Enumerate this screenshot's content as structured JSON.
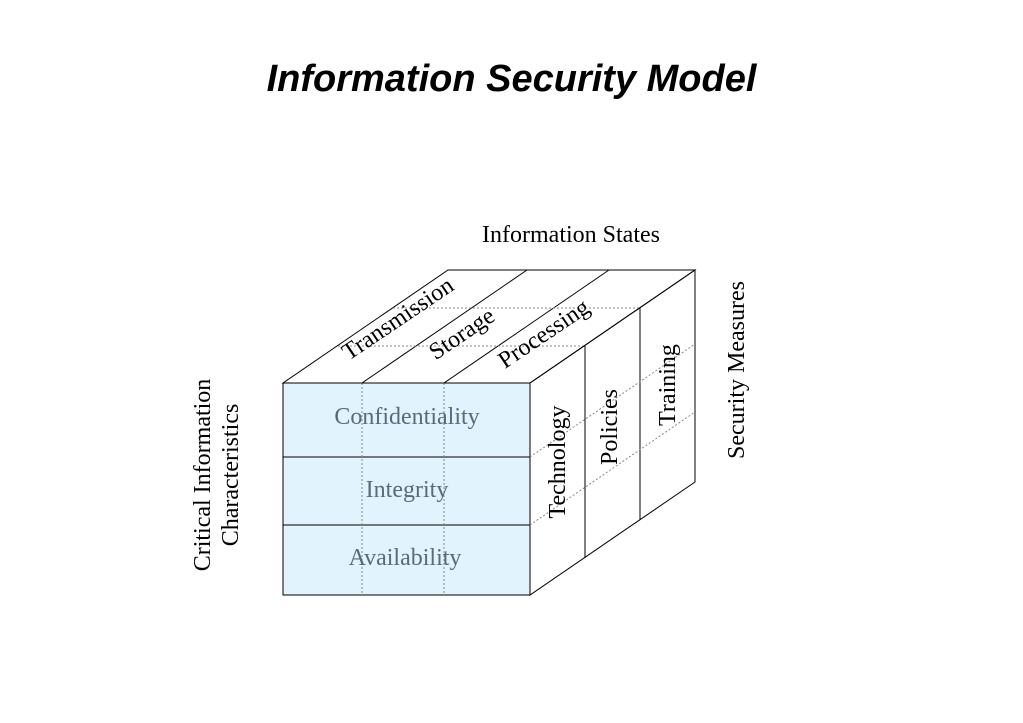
{
  "title": "Information Security Model",
  "axes": {
    "information_states": "Information States",
    "security_measures": "Security Measures",
    "critical_characteristics_line1": "Critical Information",
    "critical_characteristics_line2": "Characteristics"
  },
  "states": [
    "Transmission",
    "Storage",
    "Processing"
  ],
  "characteristics": [
    "Confidentiality",
    "Integrity",
    "Availability"
  ],
  "measures": [
    "Technology",
    "Policies",
    "Training"
  ],
  "colors": {
    "front_face": "#e1f3fd",
    "edge": "#000000",
    "front_text": "#5a6a7a"
  }
}
